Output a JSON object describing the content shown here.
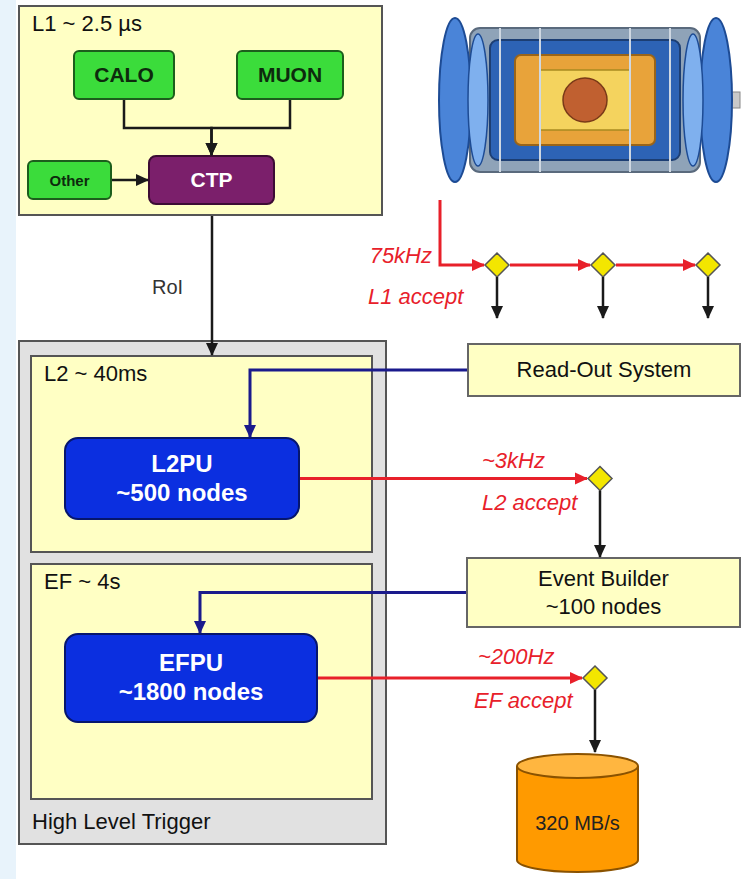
{
  "diagram": {
    "nodes": [
      {
        "text": [
          "L1 ~ 2.5 µs"
        ]
      },
      {
        "text": [
          "CALO"
        ],
        "in": 0
      },
      {
        "text": [
          "MUON"
        ],
        "in": 0
      },
      {
        "text": [
          "Other"
        ],
        "in": 0
      },
      {
        "text": [
          "CTP"
        ],
        "in": 0
      },
      {
        "text": [
          "High Level Trigger"
        ]
      },
      {
        "text": [
          "L2 ~ 40ms"
        ],
        "in": 5
      },
      {
        "text": [
          "L2PU",
          "~500 nodes"
        ],
        "in": 6
      },
      {
        "text": [
          "EF ~ 4s"
        ],
        "in": 5
      },
      {
        "text": [
          "EFPU",
          "~1800 nodes"
        ],
        "in": 8
      },
      {
        "text": [
          "Read-Out System"
        ]
      },
      {
        "text": [
          "Event Builder ~100 nodes"
        ]
      },
      {
        "text": [
          "320 MB/s"
        ]
      }
    ],
    "edges": [
      {
        "from": 1,
        "to": 4,
        "arrow": "to"
      },
      {
        "from": 2,
        "to": 4,
        "arrow": "to"
      },
      {
        "from": 3,
        "to": 4,
        "arrow": "to"
      },
      {
        "from": 0,
        "to": 6,
        "label": "RoI",
        "arrow": "to"
      },
      {
        "from": 10,
        "to": 7,
        "arrow": "to"
      },
      {
        "from": 11,
        "to": 9,
        "arrow": "to"
      },
      {
        "from": 7,
        "to": 11,
        "arrow": "to"
      },
      {
        "from": 9,
        "to": 12,
        "arrow": "to"
      }
    ],
    "labels": [
      "75kHz",
      "L1 accept",
      "~3kHz",
      "L2 accept",
      "~200Hz",
      "EF accept"
    ]
  }
}
